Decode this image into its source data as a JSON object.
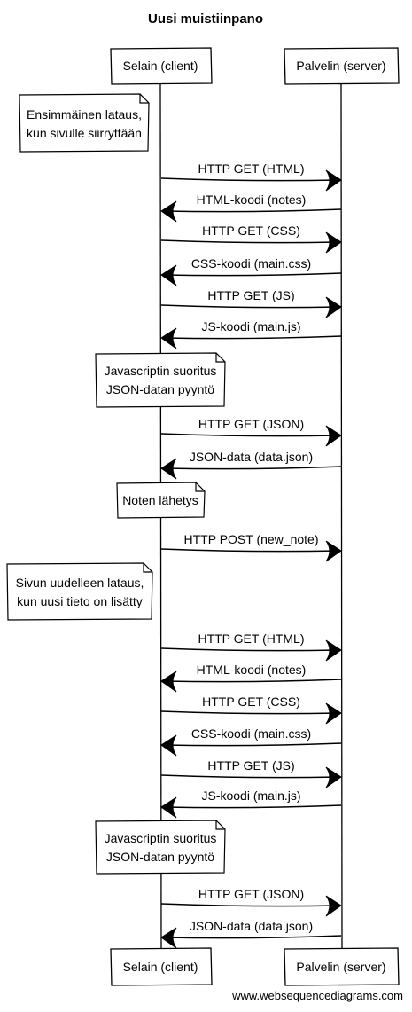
{
  "title": "Uusi muistiinpano",
  "participants": [
    {
      "id": "client",
      "label": "Selain (client)"
    },
    {
      "id": "server",
      "label": "Palvelin (server)"
    }
  ],
  "notes": [
    {
      "id": "note-initial-load",
      "lines": [
        "Ensimmäinen lataus,",
        "kun sivulle siirryttään"
      ]
    },
    {
      "id": "note-js-exec-1",
      "lines": [
        "Javascriptin suoritus",
        "JSON-datan pyyntö"
      ]
    },
    {
      "id": "note-send",
      "lines": [
        "Noten lähetys"
      ]
    },
    {
      "id": "note-reload",
      "lines": [
        "Sivun uudelleen lataus,",
        "kun uusi tieto on lisätty"
      ]
    },
    {
      "id": "note-js-exec-2",
      "lines": [
        "Javascriptin suoritus",
        "JSON-datan pyyntö"
      ]
    }
  ],
  "messages": [
    {
      "label": "HTTP GET (HTML)",
      "from": "client",
      "to": "server"
    },
    {
      "label": "HTML-koodi (notes)",
      "from": "server",
      "to": "client"
    },
    {
      "label": "HTTP GET (CSS)",
      "from": "client",
      "to": "server"
    },
    {
      "label": "CSS-koodi (main.css)",
      "from": "server",
      "to": "client"
    },
    {
      "label": "HTTP GET (JS)",
      "from": "client",
      "to": "server"
    },
    {
      "label": "JS-koodi (main.js)",
      "from": "server",
      "to": "client"
    },
    {
      "label": "HTTP GET (JSON)",
      "from": "client",
      "to": "server"
    },
    {
      "label": "JSON-data (data.json)",
      "from": "server",
      "to": "client"
    },
    {
      "label": "HTTP POST (new_note)",
      "from": "client",
      "to": "server"
    },
    {
      "label": "HTTP GET (HTML)",
      "from": "client",
      "to": "server"
    },
    {
      "label": "HTML-koodi (notes)",
      "from": "server",
      "to": "client"
    },
    {
      "label": "HTTP GET (CSS)",
      "from": "client",
      "to": "server"
    },
    {
      "label": "CSS-koodi (main.css)",
      "from": "server",
      "to": "client"
    },
    {
      "label": "HTTP GET (JS)",
      "from": "client",
      "to": "server"
    },
    {
      "label": "JS-koodi (main.js)",
      "from": "server",
      "to": "client"
    },
    {
      "label": "HTTP GET (JSON)",
      "from": "client",
      "to": "server"
    },
    {
      "label": "JSON-data (data.json)",
      "from": "server",
      "to": "client"
    }
  ],
  "watermark": "www.websequencediagrams.com"
}
